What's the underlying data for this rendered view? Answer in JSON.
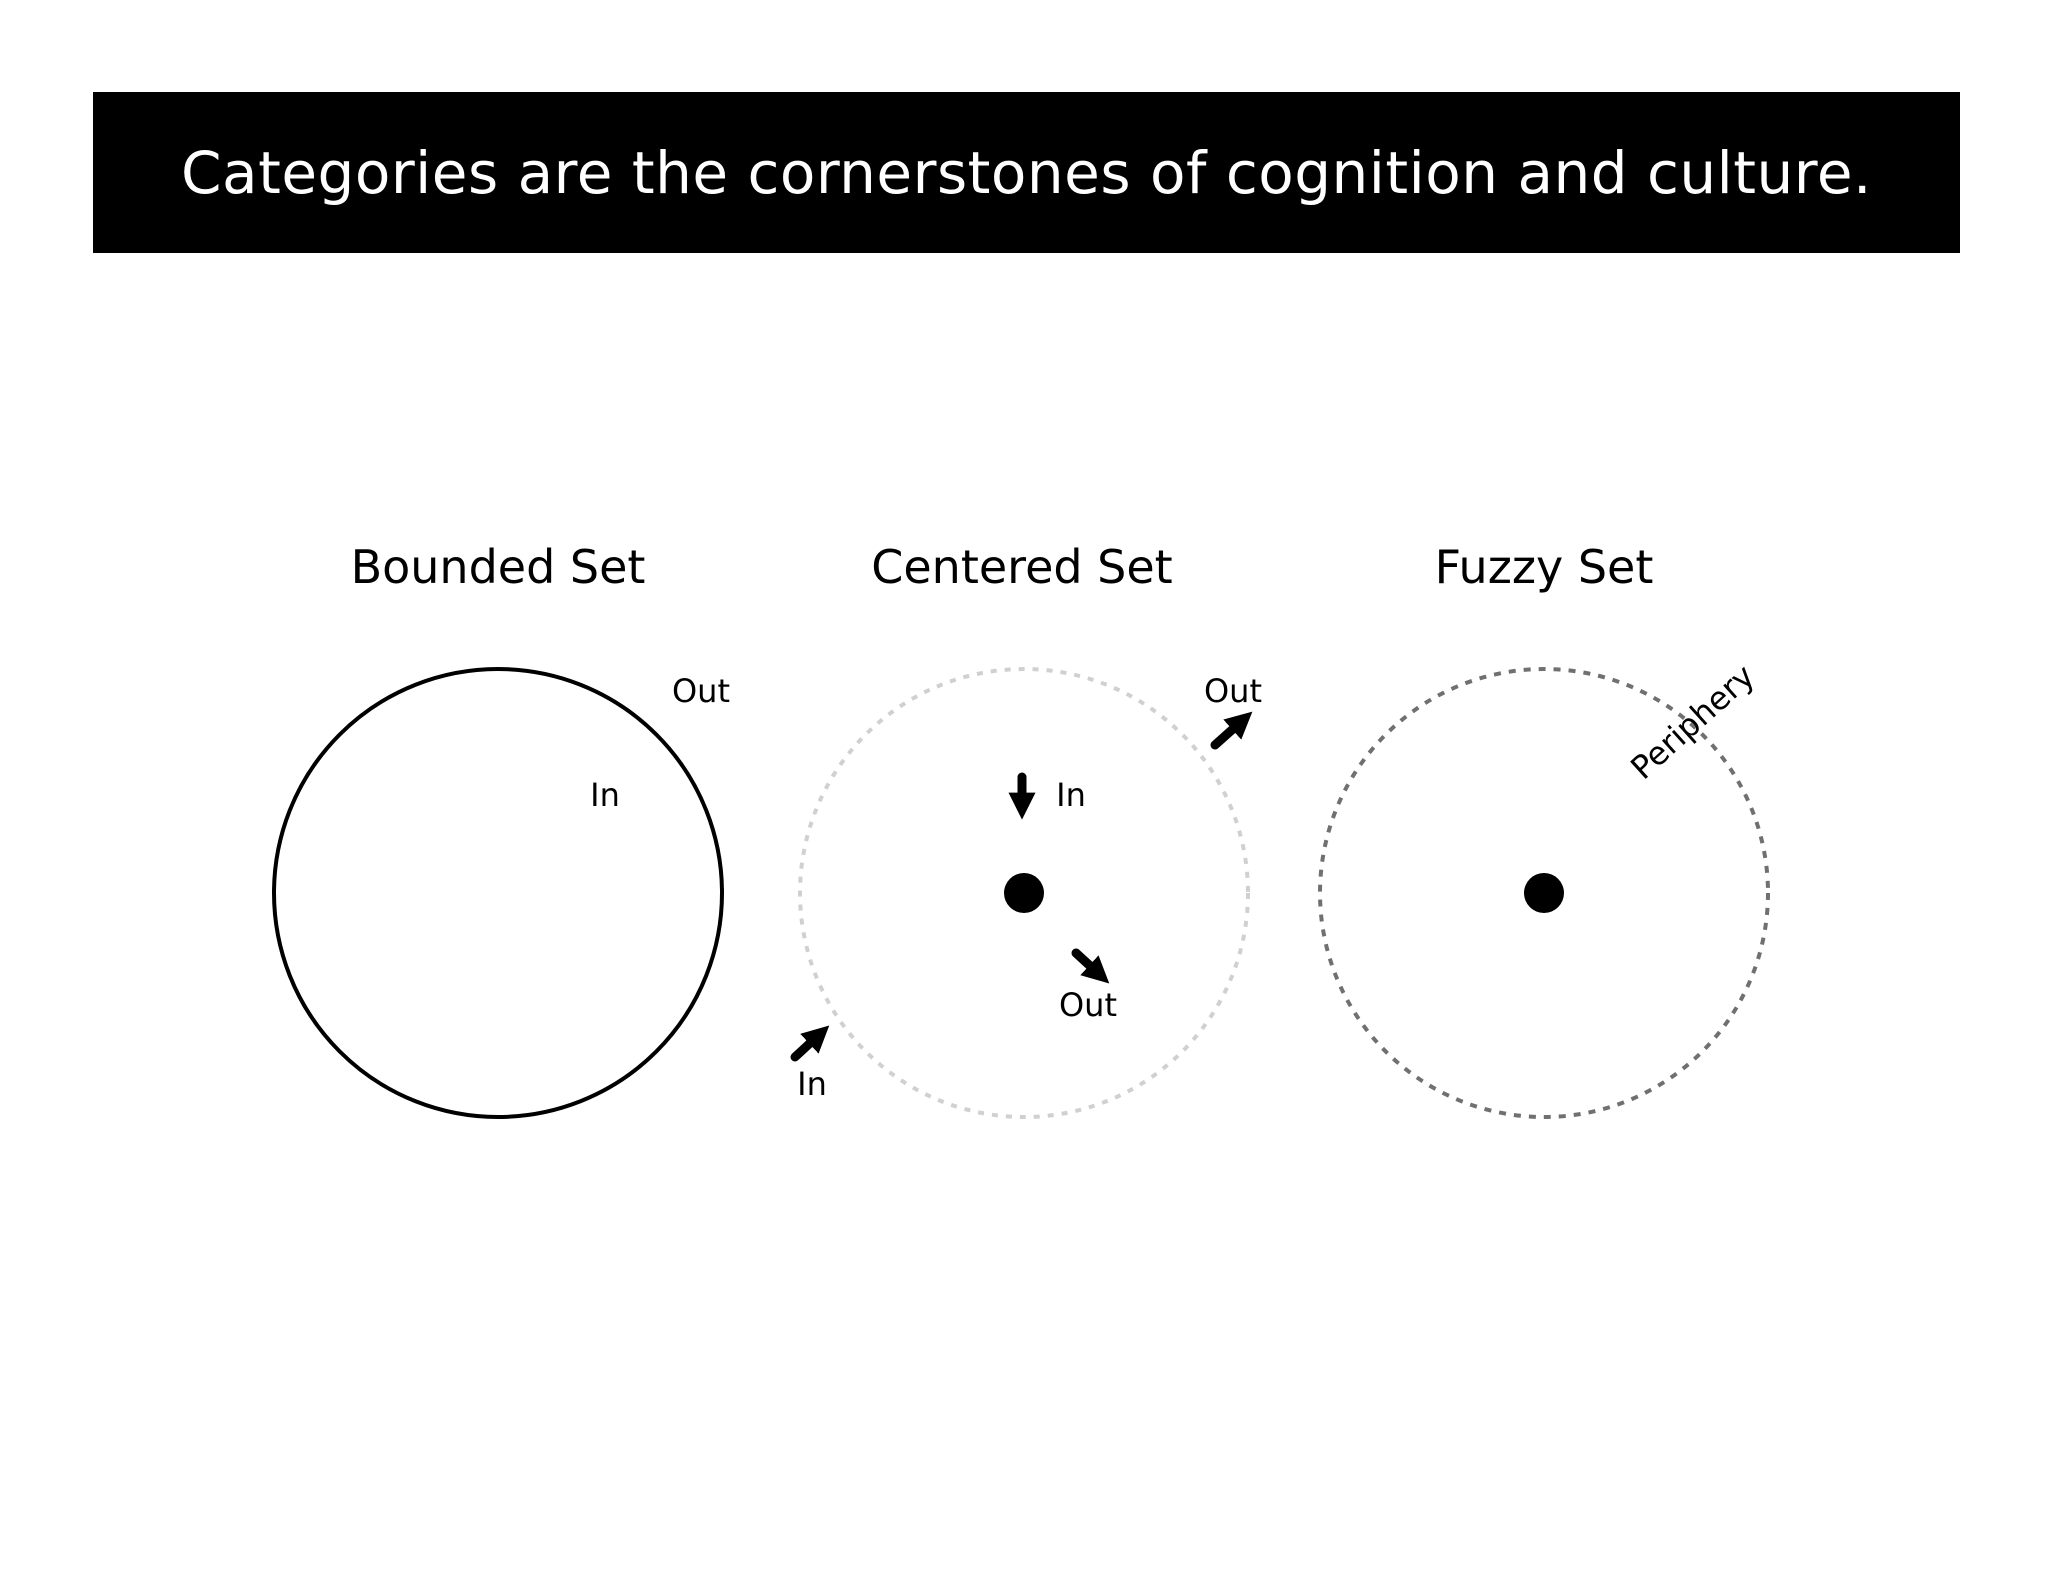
{
  "header": {
    "title": "Categories are the cornerstones of cognition and culture."
  },
  "sets": {
    "bounded": {
      "title": "Bounded Set",
      "label_out": "Out",
      "label_in": "In",
      "boundary_style": "solid",
      "boundary_color": "#000000"
    },
    "centered": {
      "title": "Centered Set",
      "label_out_outer": "Out",
      "label_in_inner": "In",
      "label_out_inner": "Out",
      "label_in_outer": "In",
      "boundary_style": "dotted",
      "boundary_color": "#d0d0d0",
      "center_icon": "filled-dot"
    },
    "fuzzy": {
      "title": "Fuzzy Set",
      "label_periphery": "Periphery",
      "boundary_style": "dotted",
      "boundary_color": "#707070",
      "center_icon": "filled-dot"
    }
  },
  "colors": {
    "banner_background": "#000000",
    "banner_text": "#ffffff",
    "page_background": "#ffffff"
  }
}
